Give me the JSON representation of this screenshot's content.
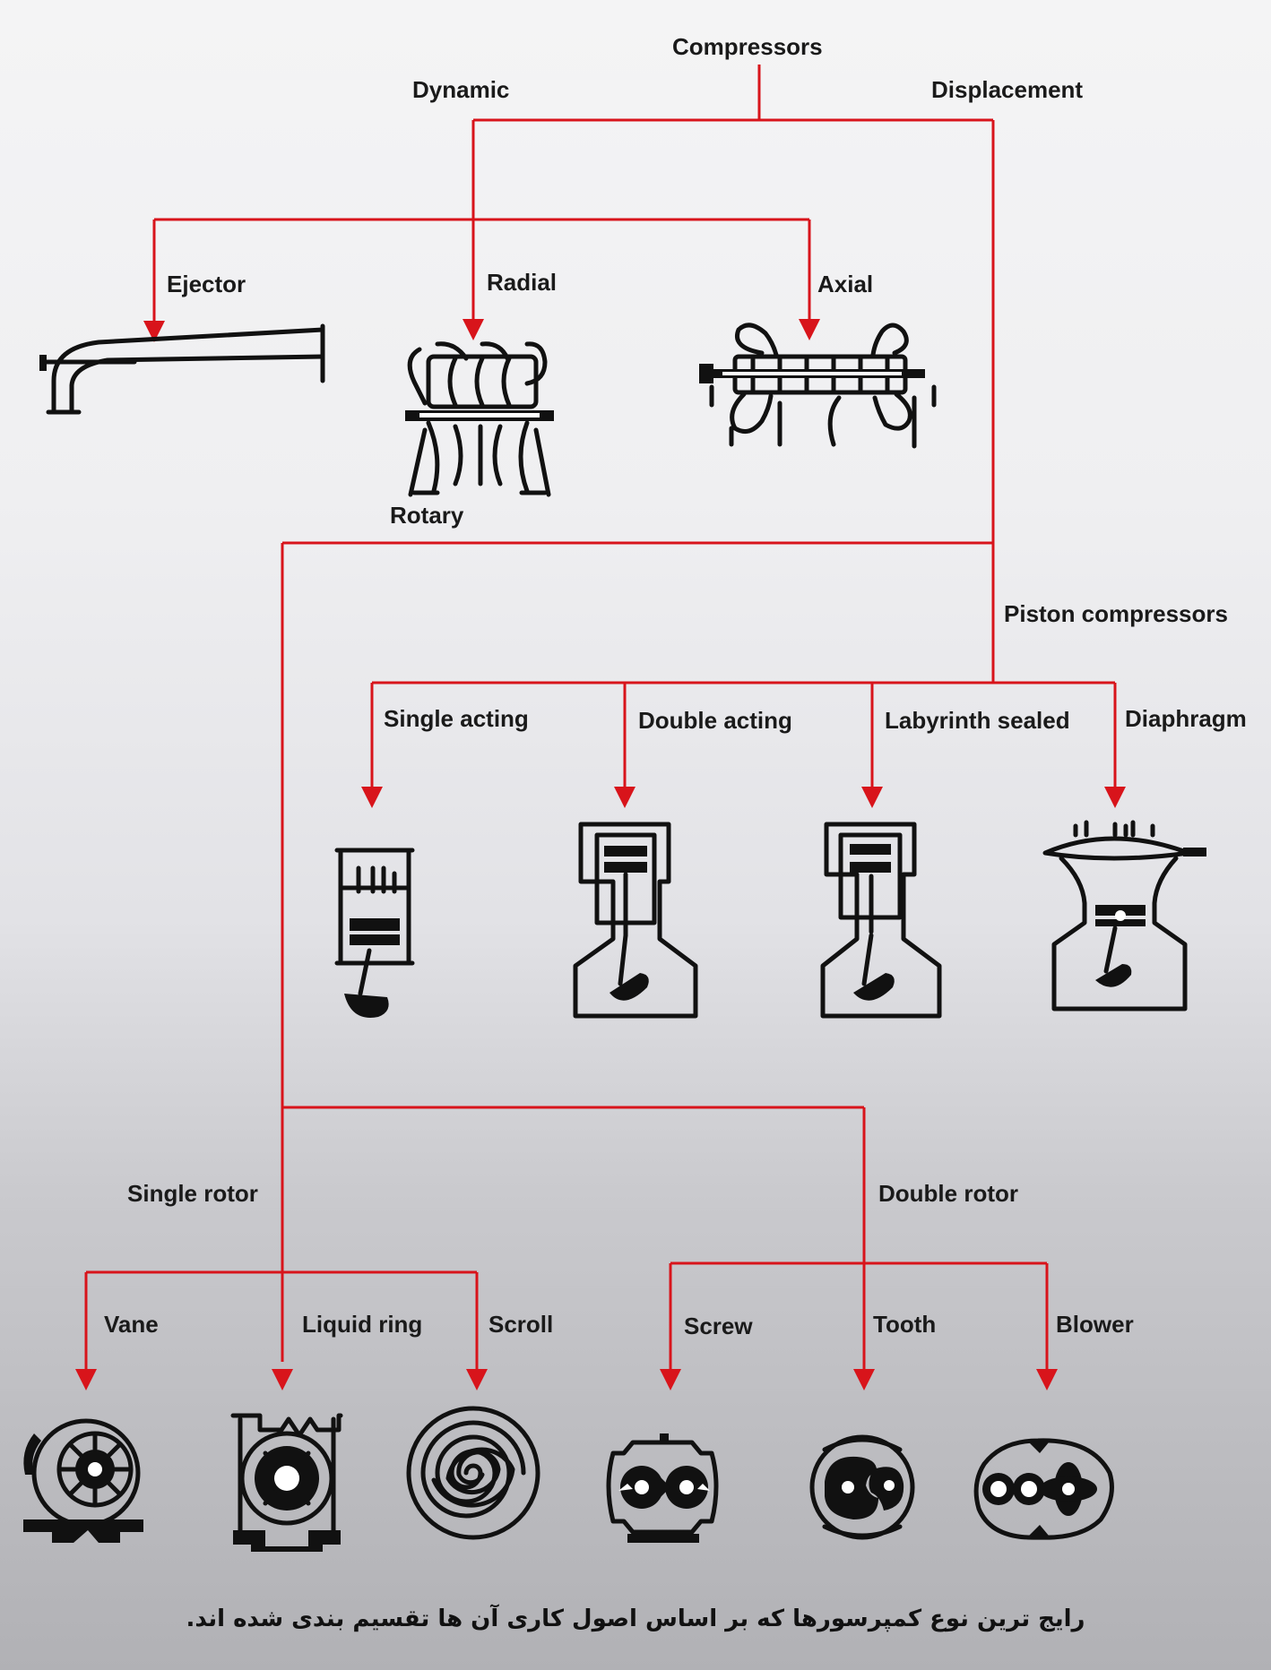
{
  "labels": {
    "root": "Compressors",
    "dynamic": "Dynamic",
    "displacement": "Displacement",
    "ejector": "Ejector",
    "radial": "Radial",
    "axial": "Axial",
    "rotary": "Rotary",
    "piston": "Piston compressors",
    "single_acting": "Single acting",
    "double_acting": "Double acting",
    "labyrinth": "Labyrinth sealed",
    "diaphragm": "Diaphragm",
    "single_rotor": "Single rotor",
    "double_rotor": "Double rotor",
    "vane": "Vane",
    "liquid_ring": "Liquid ring",
    "scroll": "Scroll",
    "screw": "Screw",
    "tooth": "Tooth",
    "blower": "Blower"
  },
  "caption": "رایج ترین نوع کمپرسورها که بر اساس اصول کاری آن ها تقسیم بندی شده اند.",
  "colors": {
    "connector": "#d8141b",
    "text": "#1a1a1a"
  },
  "icons": [
    "ejector-icon",
    "radial-compressor-icon",
    "axial-compressor-icon",
    "single-acting-piston-icon",
    "double-acting-piston-icon",
    "labyrinth-sealed-piston-icon",
    "diaphragm-compressor-icon",
    "vane-compressor-icon",
    "liquid-ring-compressor-icon",
    "scroll-compressor-icon",
    "screw-compressor-icon",
    "tooth-compressor-icon",
    "blower-compressor-icon"
  ]
}
